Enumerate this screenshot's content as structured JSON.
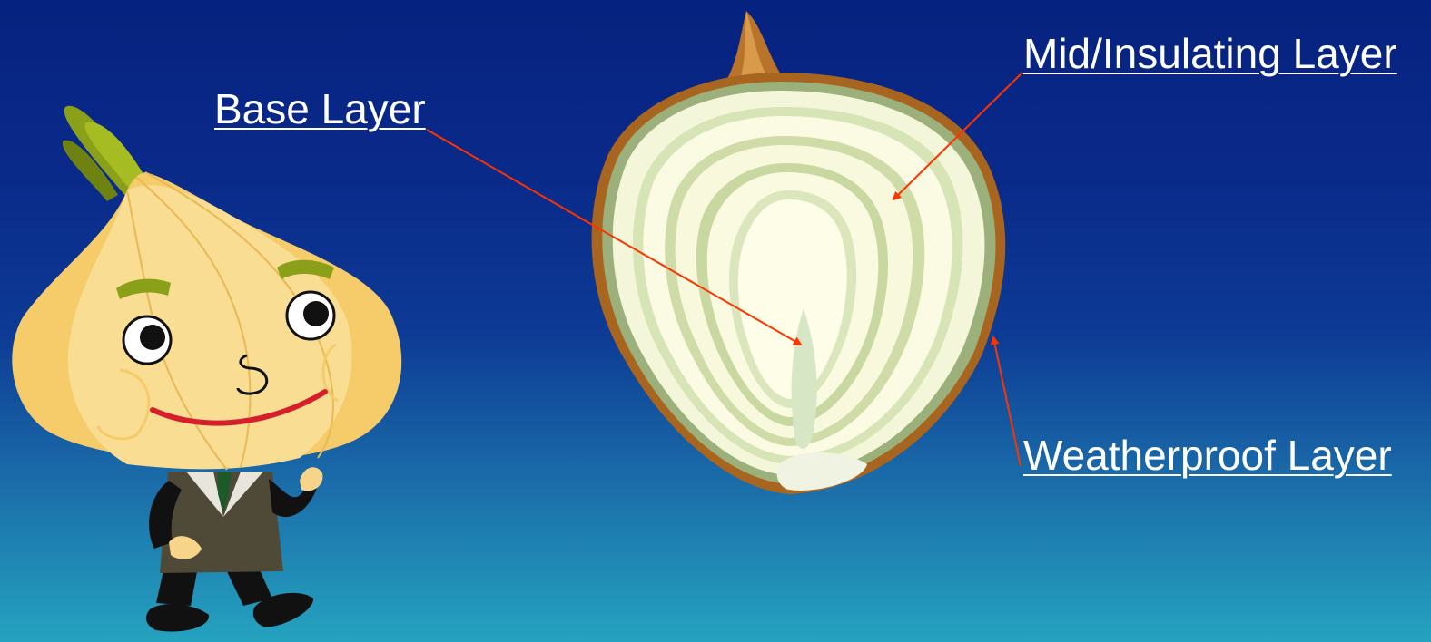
{
  "slide": {
    "background_top": "#06227f",
    "background_bottom": "#25a3bf",
    "arrow_color": "#ff3300",
    "labels": {
      "base": "Base Layer",
      "mid": "Mid/Insulating Layer",
      "weather": "Weatherproof Layer"
    },
    "illustrations": {
      "mascot": "onion-mascot-character",
      "onion": "onion-cross-section"
    }
  }
}
